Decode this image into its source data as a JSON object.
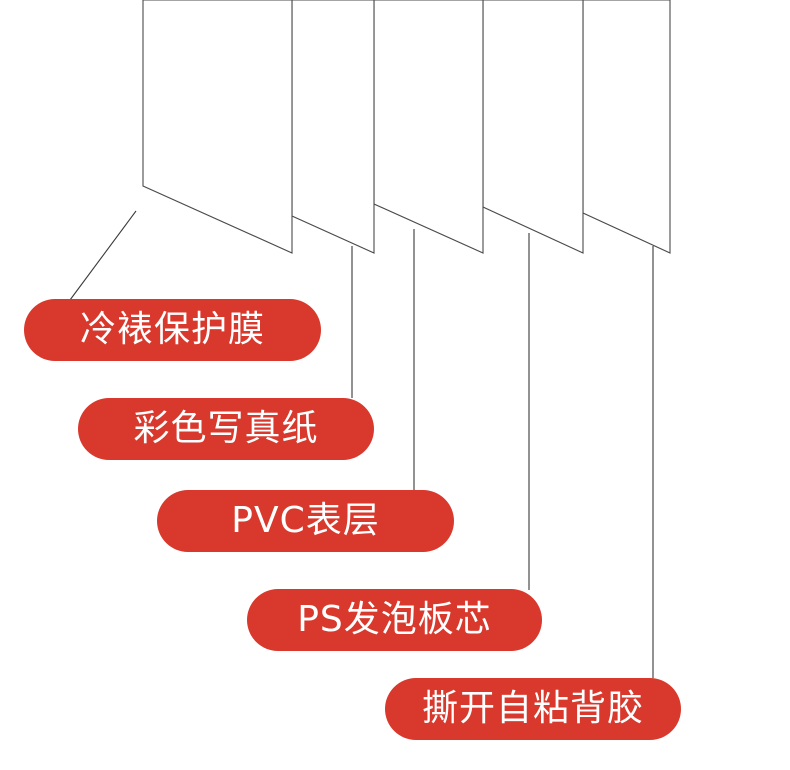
{
  "layers": [
    {
      "id": "cold-laminate-film",
      "label": "冷裱保护膜"
    },
    {
      "id": "color-photo-paper",
      "label": "彩色写真纸"
    },
    {
      "id": "pvc-surface",
      "label": "PVC表层"
    },
    {
      "id": "ps-foam-core",
      "label": "PS发泡板芯"
    },
    {
      "id": "adhesive-backing",
      "label": "撕开自粘背胶"
    }
  ],
  "colors": {
    "label_background": "#d9382c",
    "label_text": "#ffffff",
    "outline": "#4a4a4a"
  }
}
